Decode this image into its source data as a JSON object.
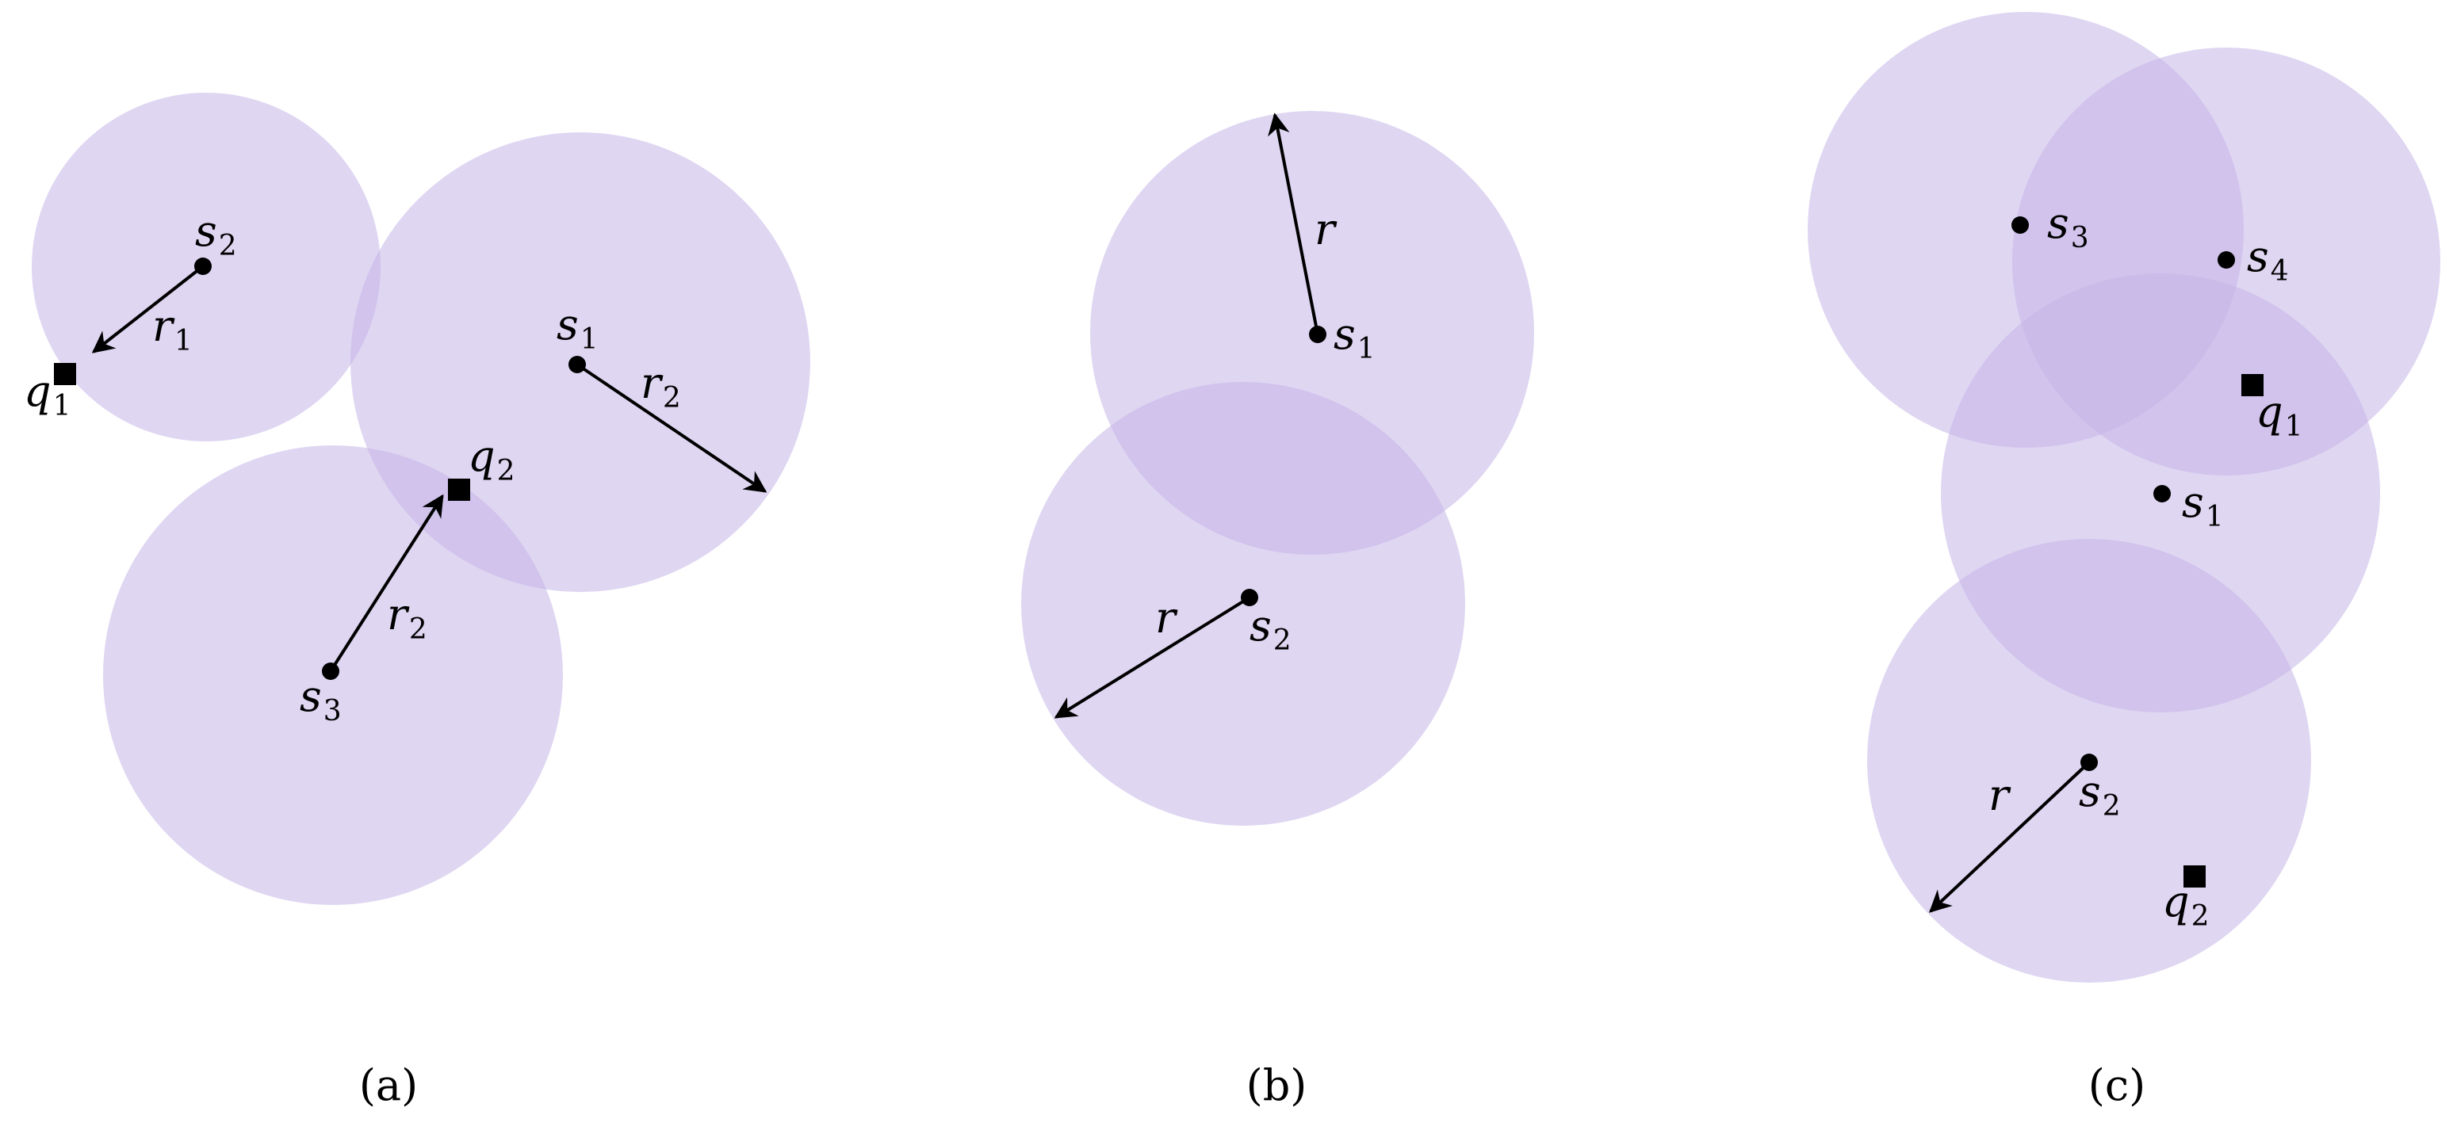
{
  "panels": [
    {
      "caption": "(a)",
      "sites": [
        {
          "base": "s",
          "sub": "1"
        },
        {
          "base": "s",
          "sub": "2"
        },
        {
          "base": "s",
          "sub": "3"
        }
      ],
      "queries": [
        {
          "base": "q",
          "sub": "1"
        },
        {
          "base": "q",
          "sub": "2"
        }
      ],
      "radii": [
        {
          "base": "r",
          "sub": "1"
        },
        {
          "base": "r",
          "sub": "2"
        },
        {
          "base": "r",
          "sub": "2"
        }
      ]
    },
    {
      "caption": "(b)",
      "sites": [
        {
          "base": "s",
          "sub": "1"
        },
        {
          "base": "s",
          "sub": "2"
        }
      ],
      "radii": [
        {
          "base": "r",
          "sub": ""
        },
        {
          "base": "r",
          "sub": ""
        }
      ]
    },
    {
      "caption": "(c)",
      "sites": [
        {
          "base": "s",
          "sub": "1"
        },
        {
          "base": "s",
          "sub": "2"
        },
        {
          "base": "s",
          "sub": "3"
        },
        {
          "base": "s",
          "sub": "4"
        }
      ],
      "queries": [
        {
          "base": "q",
          "sub": "1"
        },
        {
          "base": "q",
          "sub": "2"
        }
      ],
      "radii": [
        {
          "base": "r",
          "sub": ""
        }
      ]
    }
  ],
  "colors": {
    "disk_fill": "#c4b5e8",
    "ink": "#000000"
  }
}
